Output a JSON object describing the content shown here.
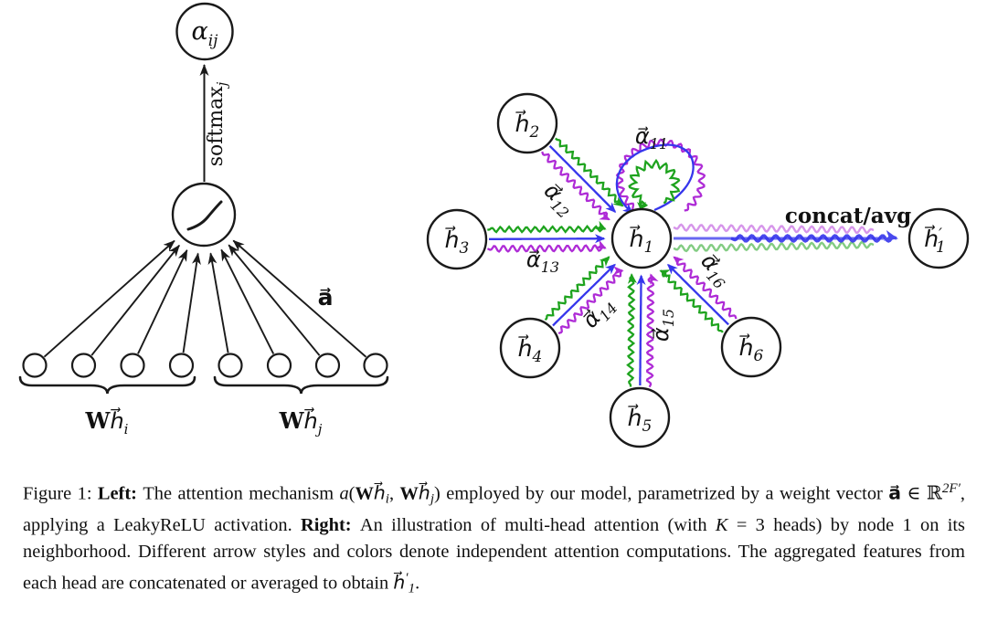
{
  "colors": {
    "green": "#1ea31e",
    "blue": "#3636ec",
    "purple": "#ae2bd6",
    "black": "#1a1a1a"
  },
  "left_diagram": {
    "alpha_node": {
      "main": "α",
      "sub": "ij"
    },
    "softmax": {
      "main": "softmax",
      "sub": "j"
    },
    "a_vector": "a⃗",
    "brace_left_label": {
      "w": "W",
      "h": "h⃗",
      "sub": "i"
    },
    "brace_right_label": {
      "w": "W",
      "h": "h⃗",
      "sub": "j"
    }
  },
  "right_diagram": {
    "nodes": {
      "h1": {
        "main": "h⃗",
        "sub": "1"
      },
      "h2": {
        "main": "h⃗",
        "sub": "2"
      },
      "h3": {
        "main": "h⃗",
        "sub": "3"
      },
      "h4": {
        "main": "h⃗",
        "sub": "4"
      },
      "h5": {
        "main": "h⃗",
        "sub": "5"
      },
      "h6": {
        "main": "h⃗",
        "sub": "6"
      },
      "h1_prime": {
        "main": "h⃗",
        "sup": "′",
        "sub": "1"
      }
    },
    "edge_labels": {
      "a11": {
        "main": "α⃗",
        "sub": "11"
      },
      "a12": {
        "main": "α⃗",
        "sub": "12"
      },
      "a13": {
        "main": "α⃗",
        "sub": "13"
      },
      "a14": {
        "main": "α⃗",
        "sub": "14"
      },
      "a15": {
        "main": "α⃗",
        "sub": "15"
      },
      "a16": {
        "main": "α⃗",
        "sub": "16"
      }
    },
    "concat_label": "concat/avg"
  },
  "caption": {
    "parts": [
      {
        "text": "Figure 1: "
      },
      {
        "text": "Left: "
      },
      {
        "text": "The attention mechanism "
      },
      {
        "text": "a"
      },
      {
        "text": "("
      },
      {
        "text": "W"
      },
      {
        "text": "h⃗"
      },
      {
        "text": "i"
      },
      {
        "text": ", "
      },
      {
        "text": "W"
      },
      {
        "text": "h⃗"
      },
      {
        "text": "j"
      },
      {
        "text": ") employed by our model, parametrized by a weight vector "
      },
      {
        "text": "a⃗"
      },
      {
        "text": " ∈ ℝ"
      },
      {
        "text": "2F′"
      },
      {
        "text": ", applying a LeakyReLU activation. "
      },
      {
        "text": "Right: "
      },
      {
        "text": "An illustration of multi-head attention (with "
      },
      {
        "text": "K"
      },
      {
        "text": " = 3 heads) by node 1 on its neighborhood. Different arrow styles and colors denote independent attention computations. The aggregated features from each head are concatenated or averaged to obtain "
      },
      {
        "text": "h⃗"
      },
      {
        "text": "′"
      },
      {
        "text": "1"
      },
      {
        "text": "."
      }
    ]
  }
}
